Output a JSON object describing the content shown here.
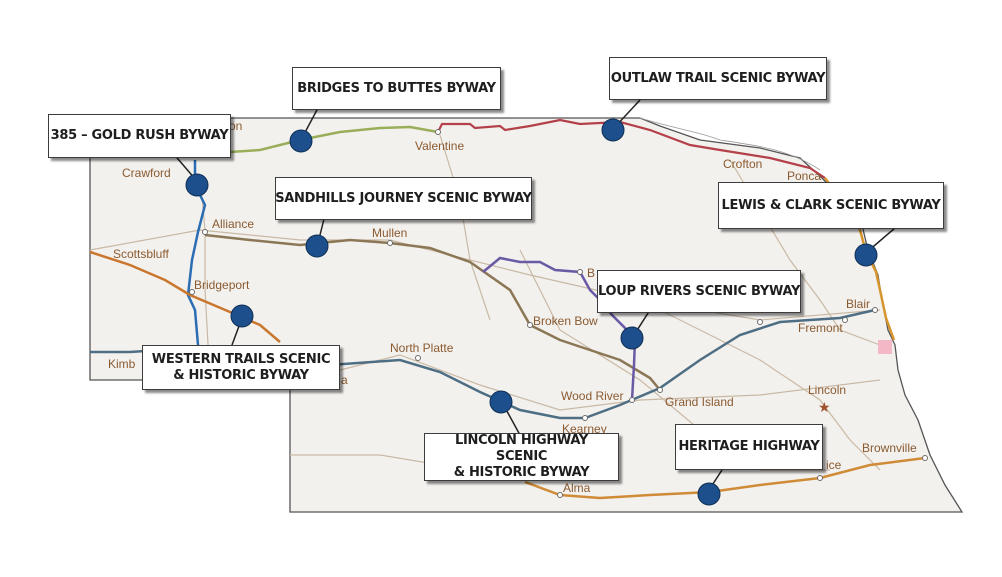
{
  "map": {
    "colors": {
      "state_fill": "#f3f1ee",
      "state_outline": "#555555",
      "road": "#c9b9a4",
      "city_label": "#8a5a30",
      "marker": "#1d4f8c",
      "gold_rush": "#2a6db3",
      "bridges": "#9aae5a",
      "outlaw": "#b4404a",
      "sandhills": "#8b7755",
      "western_trails": "#c9772e",
      "loup": "#6a5aa6",
      "lincoln_highway": "#4e6e84",
      "heritage": "#cf8b36",
      "lewis_clark": "#d6952e"
    }
  },
  "cities": [
    {
      "id": "crawford",
      "label": "Crawford"
    },
    {
      "id": "alliance",
      "label": "Alliance"
    },
    {
      "id": "scottsbluff",
      "label": "Scottsbluff"
    },
    {
      "id": "bridgeport",
      "label": "Bridgeport"
    },
    {
      "id": "kimball",
      "label": "Kimb"
    },
    {
      "id": "ogallala",
      "label": "a"
    },
    {
      "id": "valentine",
      "label": "Valentine"
    },
    {
      "id": "crofton",
      "label": "Crofton"
    },
    {
      "id": "ponca",
      "label": "Ponca"
    },
    {
      "id": "mullen",
      "label": "Mullen"
    },
    {
      "id": "broken_bow",
      "label": "Broken Bow"
    },
    {
      "id": "burwell",
      "label": "B"
    },
    {
      "id": "north_platte",
      "label": "North Platte"
    },
    {
      "id": "wood_river",
      "label": "Wood River"
    },
    {
      "id": "grand_island",
      "label": "Grand Island"
    },
    {
      "id": "kearney",
      "label": "Kearney"
    },
    {
      "id": "alma",
      "label": "Alma"
    },
    {
      "id": "lincoln",
      "label": "Lincoln"
    },
    {
      "id": "fremont",
      "label": "Fremont"
    },
    {
      "id": "blair",
      "label": "Blair"
    },
    {
      "id": "beatrice",
      "label": "ice"
    },
    {
      "id": "brownville",
      "label": "Brownville"
    },
    {
      "id": "chadron",
      "label": "on"
    }
  ],
  "byways": {
    "gold_rush": "385 – GOLD RUSH BYWAY",
    "bridges": "BRIDGES TO BUTTES BYWAY",
    "outlaw": "OUTLAW TRAIL SCENIC BYWAY",
    "sandhills": "SANDHILLS JOURNEY SCENIC BYWAY",
    "lewis_clark": "LEWIS & CLARK SCENIC BYWAY",
    "loup": "LOUP RIVERS SCENIC BYWAY",
    "western_trails_1": "WESTERN TRAILS SCENIC",
    "western_trails_2": "& HISTORIC BYWAY",
    "lincoln_highway_1": "LINCOLN HIGHWAY SCENIC",
    "lincoln_highway_2": "& HISTORIC BYWAY",
    "heritage": "HERITAGE HIGHWAY"
  }
}
